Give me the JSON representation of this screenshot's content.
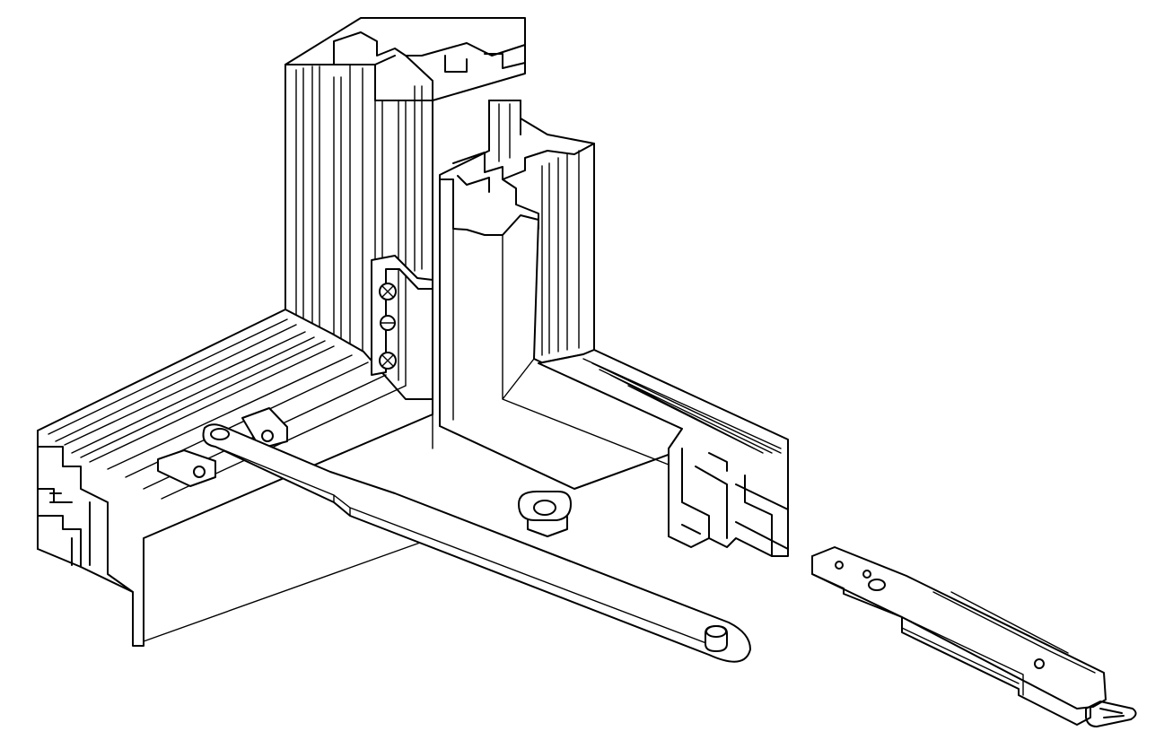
{
  "drawing": {
    "style": "technical line drawing",
    "line_color": "#000000",
    "fill_color": "#ffffff",
    "parts": [
      {
        "id": "corner-frame-profile"
      },
      {
        "id": "sash-corner-profile"
      },
      {
        "id": "restrictor-stay-arm"
      },
      {
        "id": "restrictor-slider-track"
      }
    ]
  }
}
